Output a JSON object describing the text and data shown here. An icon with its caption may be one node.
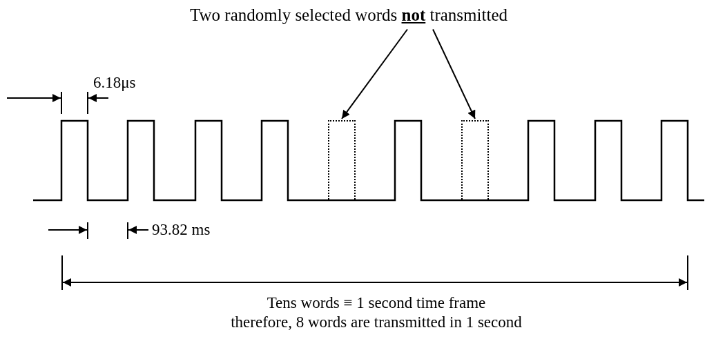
{
  "diagram": {
    "nodes": [
      {
        "text": [
          "Two randomly selected words **not** transmitted"
        ]
      },
      {
        "text": [],
        "shape": "box"
      },
      {
        "text": [],
        "shape": "box"
      }
    ],
    "edges": [
      {
        "from": 0,
        "to": 1,
        "arrow": "to"
      },
      {
        "from": 0,
        "to": 2,
        "arrow": "to"
      }
    ],
    "labels": [
      "6.18μs",
      "93.82 ms",
      "Tens words ≡ 1 second time frame",
      "therefore, 8 words are transmitted in 1 second"
    ]
  }
}
